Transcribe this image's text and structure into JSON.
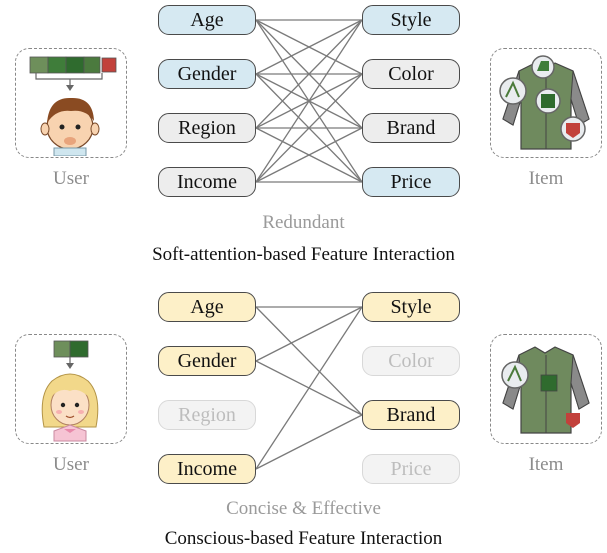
{
  "top_panel": {
    "left_features": [
      {
        "label": "Age",
        "style": "blue"
      },
      {
        "label": "Gender",
        "style": "blue"
      },
      {
        "label": "Region",
        "style": "gray"
      },
      {
        "label": "Income",
        "style": "gray"
      }
    ],
    "right_features": [
      {
        "label": "Style",
        "style": "blue"
      },
      {
        "label": "Color",
        "style": "gray"
      },
      {
        "label": "Brand",
        "style": "gray"
      },
      {
        "label": "Price",
        "style": "blue"
      }
    ],
    "connections": [
      [
        0,
        0
      ],
      [
        0,
        1
      ],
      [
        0,
        2
      ],
      [
        0,
        3
      ],
      [
        1,
        0
      ],
      [
        1,
        1
      ],
      [
        1,
        2
      ],
      [
        1,
        3
      ],
      [
        2,
        0
      ],
      [
        2,
        1
      ],
      [
        2,
        2
      ],
      [
        2,
        3
      ],
      [
        3,
        0
      ],
      [
        3,
        1
      ],
      [
        3,
        2
      ],
      [
        3,
        3
      ]
    ],
    "user_label": "User",
    "item_label": "Item",
    "subtitle": "Redundant",
    "caption": "Soft-attention-based Feature Interaction"
  },
  "bottom_panel": {
    "left_features": [
      {
        "label": "Age",
        "style": "yellow"
      },
      {
        "label": "Gender",
        "style": "yellow"
      },
      {
        "label": "Region",
        "style": "faded"
      },
      {
        "label": "Income",
        "style": "yellow"
      }
    ],
    "right_features": [
      {
        "label": "Style",
        "style": "yellow"
      },
      {
        "label": "Color",
        "style": "faded"
      },
      {
        "label": "Brand",
        "style": "yellow"
      },
      {
        "label": "Price",
        "style": "faded"
      }
    ],
    "connections": [
      [
        0,
        0
      ],
      [
        0,
        2
      ],
      [
        1,
        0
      ],
      [
        1,
        2
      ],
      [
        3,
        0
      ],
      [
        3,
        2
      ]
    ],
    "user_label": "User",
    "item_label": "Item",
    "subtitle": "Concise & Effective",
    "caption": "Conscious-based Feature Interaction"
  },
  "colors": {
    "blue_fill": "#d6e9f2",
    "gray_fill": "#ededed",
    "yellow_fill": "#fdf0c8",
    "jacket_body": "#6f8a5e",
    "jacket_sleeve": "#8a8a8a",
    "patch_green": "#3f7d3a",
    "patch_red": "#c2413b"
  }
}
